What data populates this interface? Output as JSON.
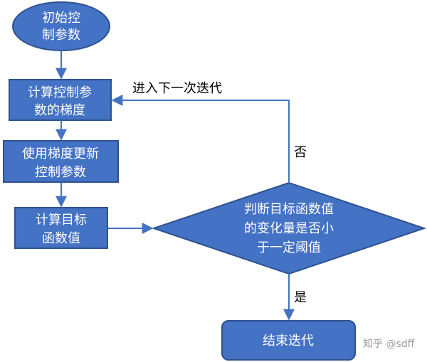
{
  "flowchart": {
    "start": {
      "lines": [
        "初始控",
        "制参数"
      ]
    },
    "compute_gradient": {
      "lines": [
        "计算控制参",
        "数的梯度"
      ]
    },
    "update_params": {
      "lines": [
        "使用梯度更新",
        "控制参数"
      ]
    },
    "compute_objective": {
      "lines": [
        "计算目标",
        "函数值"
      ]
    },
    "decision": {
      "lines": [
        "判断目标函数值",
        "的变化量是否小",
        "于一定阈值"
      ]
    },
    "end": {
      "label": "结束迭代"
    },
    "edge_no": {
      "label": "否"
    },
    "edge_yes": {
      "label": "是"
    },
    "loop_label": "进入下一次迭代"
  },
  "watermark": "知乎 @sdff",
  "colors": {
    "node_fill": "#4472c4",
    "node_stroke": "#2f528f",
    "edge": "#4472c4",
    "node_text": "#ffffff"
  }
}
